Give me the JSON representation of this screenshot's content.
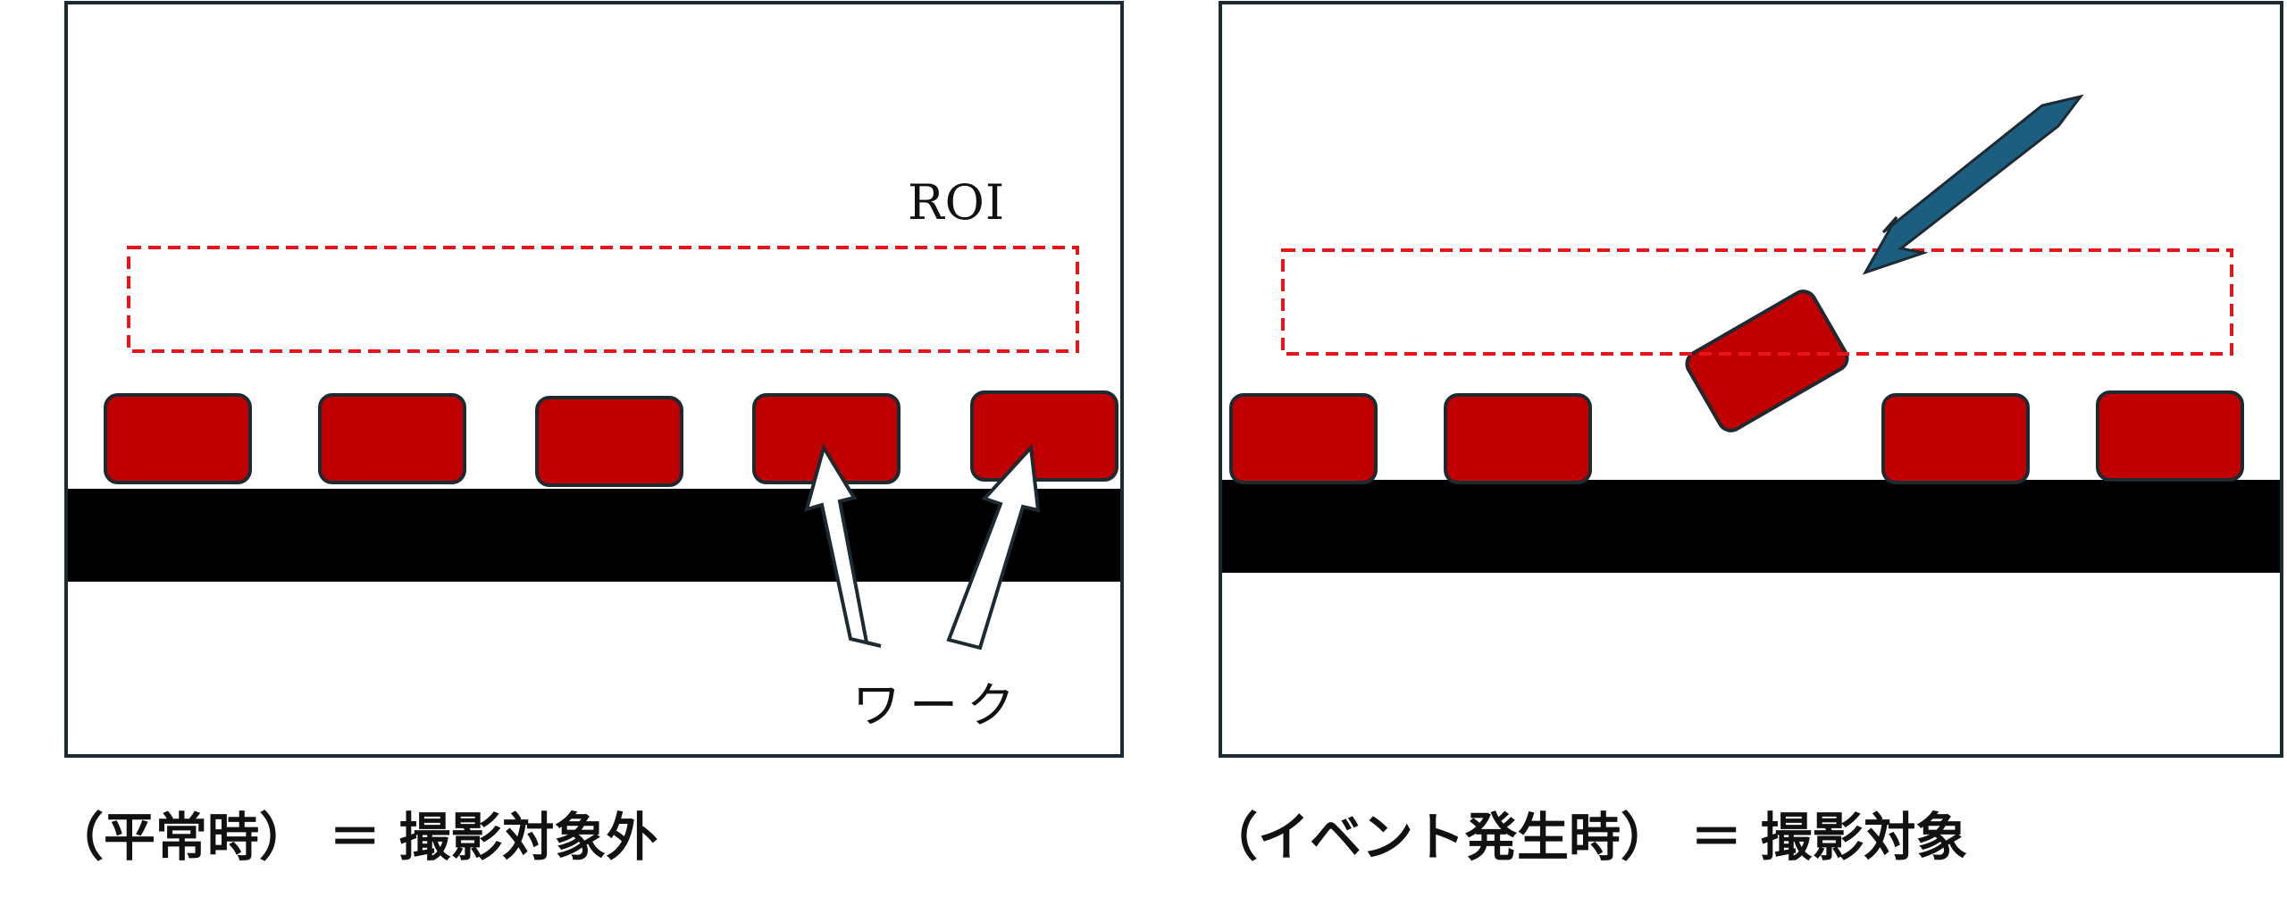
{
  "panels": {
    "normal": {
      "roi_label": "ROI",
      "work_label": "ワーク",
      "caption": "（平常時） ＝ 撮影対象外"
    },
    "event": {
      "caption": "（イベント発生時） ＝ 撮影対象"
    }
  },
  "colors": {
    "workpiece": "#c00000",
    "roi_border": "#e8141c",
    "conveyor": "#000000",
    "frame": "#1e2a32",
    "event_arrow": "#1b5e80"
  },
  "icons": {
    "work_pointer": "white-arrow-icon",
    "event_pointer": "blue-arrow-icon"
  }
}
